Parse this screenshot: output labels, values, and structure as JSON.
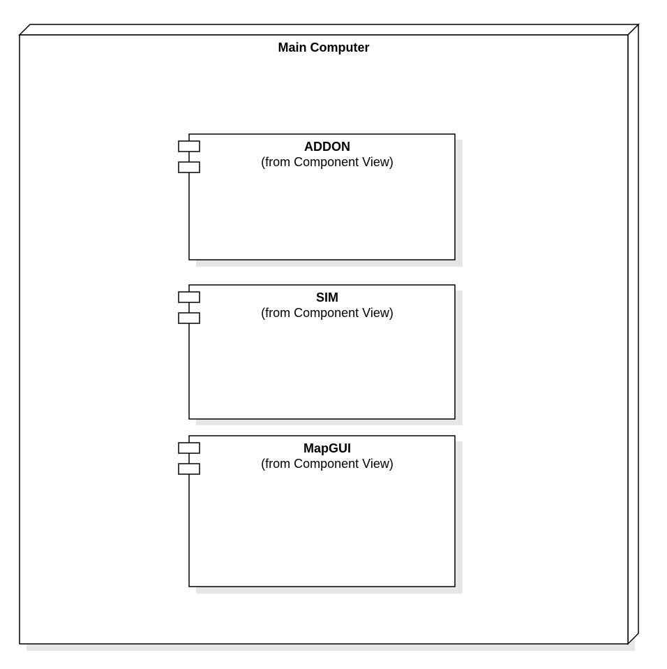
{
  "node": {
    "title": "Main Computer"
  },
  "components": [
    {
      "name": "ADDON",
      "subtitle": "(from Component View)"
    },
    {
      "name": "SIM",
      "subtitle": "(from Component View)"
    },
    {
      "name": "MapGUI",
      "subtitle": "(from Component View)"
    }
  ],
  "colors": {
    "stroke": "#000000",
    "fill": "#ffffff",
    "shadow": "#e6e6e6"
  }
}
